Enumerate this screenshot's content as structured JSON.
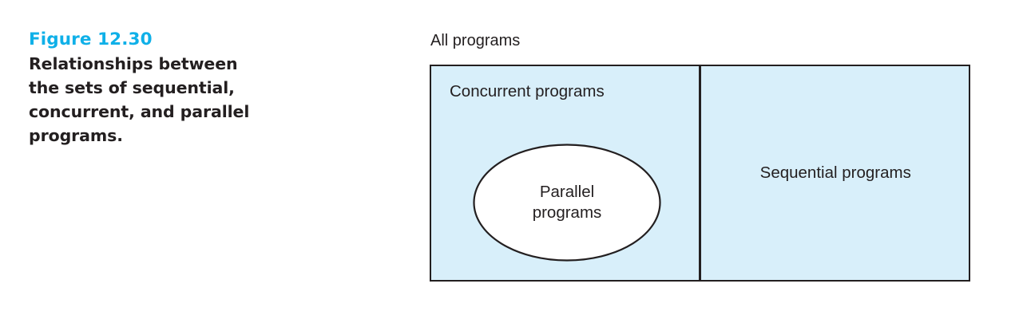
{
  "figure": {
    "number_label": "Figure 12.30",
    "number_color": "#0fb0e8",
    "caption_lines": [
      "Relationships between",
      "the sets of sequential,",
      "concurrent, and parallel",
      "programs."
    ],
    "caption_color": "#231f20"
  },
  "diagram": {
    "type": "venn-set-diagram",
    "outer_label": "All programs",
    "outer_box": {
      "fill_color": "#d8effa",
      "border_color": "#231f20"
    },
    "regions": [
      {
        "name": "concurrent",
        "label": "Concurrent programs",
        "label_position": "top-left",
        "fill_color": "#d8effa"
      },
      {
        "name": "sequential",
        "label": "Sequential programs",
        "label_position": "center",
        "fill_color": "#d8effa"
      }
    ],
    "inner_set": {
      "name": "parallel",
      "shape": "ellipse",
      "label_line1": "Parallel",
      "label_line2": "programs",
      "fill_color": "#ffffff",
      "stroke_color": "#231f20",
      "contained_in": "concurrent"
    }
  }
}
